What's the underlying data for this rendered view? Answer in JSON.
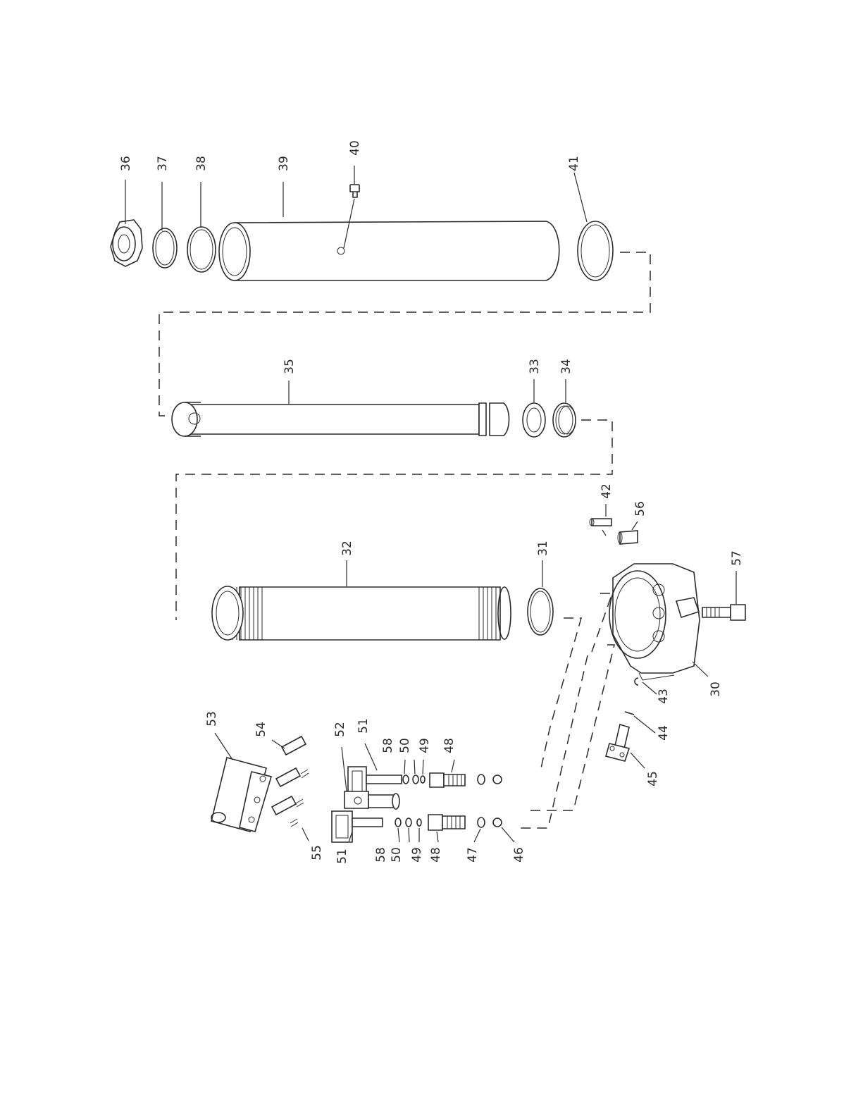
{
  "diagram": {
    "callouts": {
      "p30": "30",
      "p31": "31",
      "p32": "32",
      "p33": "33",
      "p34": "34",
      "p35": "35",
      "p36": "36",
      "p37": "37",
      "p38": "38",
      "p39": "39",
      "p40": "40",
      "p41": "41",
      "p42": "42",
      "p43": "43",
      "p44": "44",
      "p45": "45",
      "p46": "46",
      "p47": "47",
      "p48a": "48",
      "p48b": "48",
      "p49a": "49",
      "p49b": "49",
      "p50a": "50",
      "p50b": "50",
      "p51a": "51",
      "p51b": "51",
      "p52": "52",
      "p53": "53",
      "p54": "54",
      "p55": "55",
      "p56": "56",
      "p57": "57",
      "p58a": "58",
      "p58b": "58"
    }
  }
}
